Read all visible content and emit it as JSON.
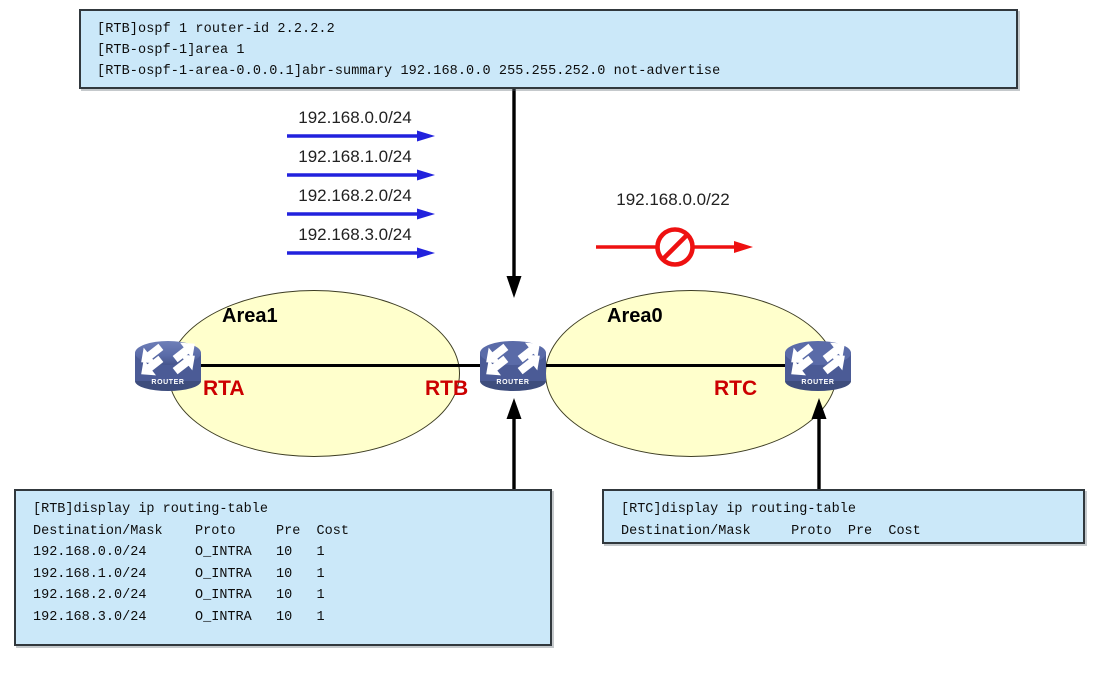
{
  "diagram": {
    "title": "OSPF ABR summary (not-advertise) topology",
    "colors": {
      "cli_box_fill": "#cbe8f9",
      "cli_box_border": "#31383d",
      "area_fill": "#ffffcc",
      "area_border": "#3d3d23",
      "router_body": "#5a6ba8",
      "router_base": "#3e4d7d",
      "router_glyph": "#ffffff",
      "router_label_text": "#cc0000",
      "advertise_arrow": "#2222dd",
      "blocked_arrow": "#ee1111",
      "connector_arrow": "#000000",
      "area_label_text": "#000000"
    }
  },
  "top_cli": {
    "name": "rtb-ospf-config",
    "lines": [
      "[RTB]ospf 1 router-id 2.2.2.2",
      "[RTB-ospf-1]area 1",
      "[RTB-ospf-1-area-0.0.0.1]abr-summary 192.168.0.0 255.255.252.0 not-advertise"
    ]
  },
  "areas": [
    {
      "id": "area1",
      "label": "Area1"
    },
    {
      "id": "area0",
      "label": "Area0"
    }
  ],
  "routers": [
    {
      "id": "rta",
      "label": "RTA",
      "icon": "router-icon",
      "caption": "ROUTER"
    },
    {
      "id": "rtb",
      "label": "RTB",
      "icon": "router-icon",
      "caption": "ROUTER"
    },
    {
      "id": "rtc",
      "label": "RTC",
      "icon": "router-icon",
      "caption": "ROUTER"
    }
  ],
  "advertised_routes": [
    {
      "prefix": "192.168.0.0/24"
    },
    {
      "prefix": "192.168.1.0/24"
    },
    {
      "prefix": "192.168.2.0/24"
    },
    {
      "prefix": "192.168.3.0/24"
    }
  ],
  "blocked_route": {
    "prefix": "192.168.0.0/22",
    "icon": "no-entry-icon",
    "state": "not-advertised"
  },
  "rtb_routing_table": {
    "command": "[RTB]display ip routing-table",
    "header": "Destination/Mask    Proto     Pre  Cost",
    "columns": [
      "Destination/Mask",
      "Proto",
      "Pre",
      "Cost"
    ],
    "rows": [
      "192.168.0.0/24      O_INTRA   10   1",
      "192.168.1.0/24      O_INTRA   10   1",
      "192.168.2.0/24      O_INTRA   10   1",
      "192.168.3.0/24      O_INTRA   10   1"
    ],
    "rows_data": [
      {
        "destination": "192.168.0.0/24",
        "proto": "O_INTRA",
        "pre": "10",
        "cost": "1"
      },
      {
        "destination": "192.168.1.0/24",
        "proto": "O_INTRA",
        "pre": "10",
        "cost": "1"
      },
      {
        "destination": "192.168.2.0/24",
        "proto": "O_INTRA",
        "pre": "10",
        "cost": "1"
      },
      {
        "destination": "192.168.3.0/24",
        "proto": "O_INTRA",
        "pre": "10",
        "cost": "1"
      }
    ]
  },
  "rtc_routing_table": {
    "command": "[RTC]display ip routing-table",
    "header": "Destination/Mask     Proto  Pre  Cost",
    "columns": [
      "Destination/Mask",
      "Proto",
      "Pre",
      "Cost"
    ],
    "rows": [],
    "rows_data": []
  }
}
